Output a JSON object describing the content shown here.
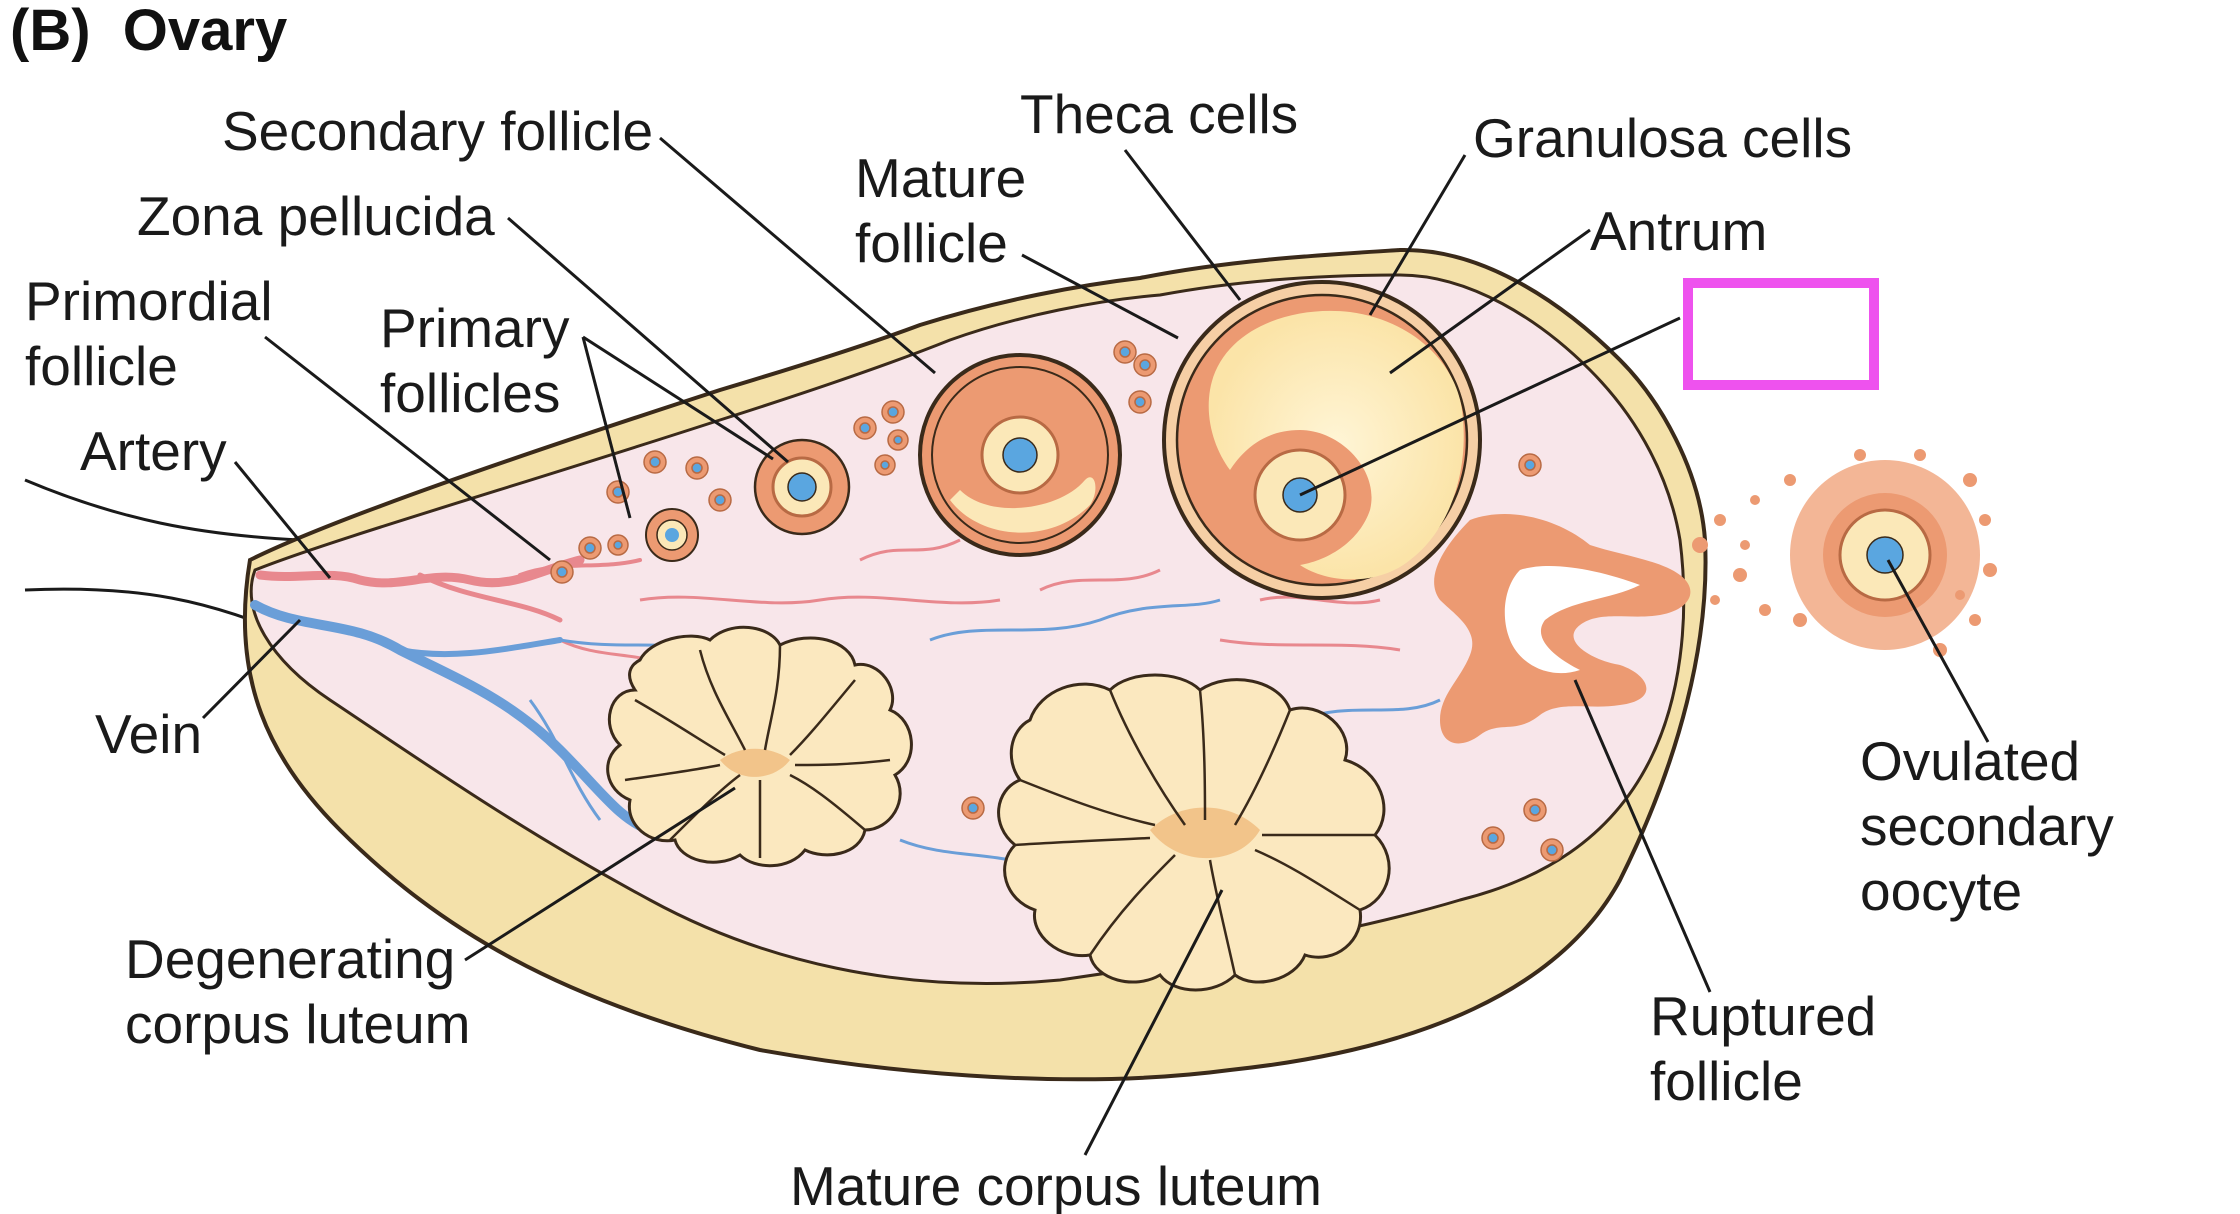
{
  "figure": {
    "panel_title": "(B)  Ovary"
  },
  "labels": {
    "secondary_follicle": "Secondary follicle",
    "zona_pellucida": "Zona pellucida",
    "primordial_follicle_1": "Primordial",
    "primordial_follicle_2": "follicle",
    "primary_follicles_1": "Primary",
    "primary_follicles_2": "follicles",
    "mature_follicle_1": "Mature",
    "mature_follicle_2": "follicle",
    "theca_cells": "Theca cells",
    "granulosa_cells": "Granulosa cells",
    "antrum": "Antrum",
    "artery": "Artery",
    "vein": "Vein",
    "degenerating_cl_1": "Degenerating",
    "degenerating_cl_2": "corpus luteum",
    "mature_corpus_luteum": "Mature corpus luteum",
    "ruptured_follicle_1": "Ruptured",
    "ruptured_follicle_2": "follicle",
    "ovulated_oocyte_1": "Ovulated",
    "ovulated_oocyte_2": "secondary",
    "ovulated_oocyte_3": "oocyte",
    "hidden_label": ""
  },
  "colors": {
    "stroma": "#f8e6ea",
    "capsule": "#f3dfa8",
    "outline": "#3a2a1a",
    "follicle_orange": "#ec9a72",
    "follicle_light": "#fbe8b8",
    "oocyte_blue": "#5aa6e0",
    "artery": "#e8888e",
    "vein": "#6a9ed8",
    "corpus_luteum": "#fbe8bf",
    "highlight_box": "#ee52ee"
  }
}
